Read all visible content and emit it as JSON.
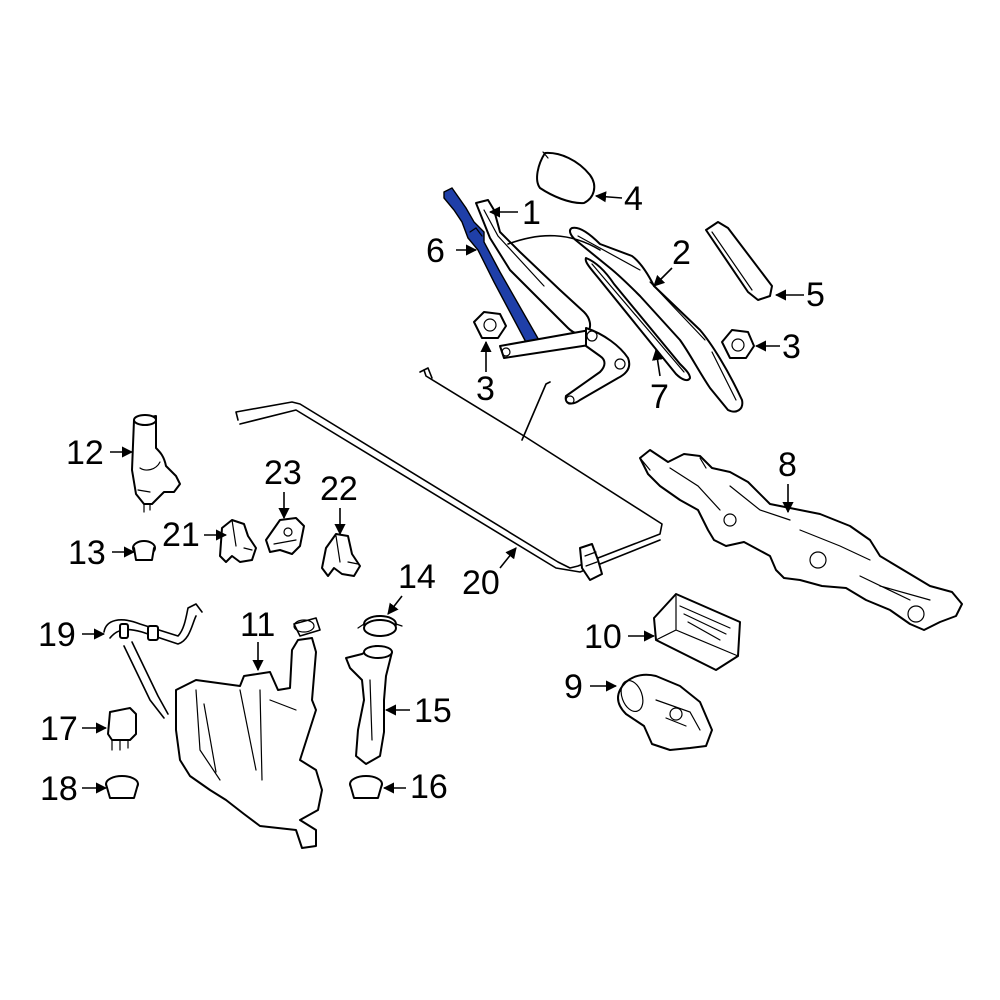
{
  "colors": {
    "line": "#000000",
    "background": "#ffffff",
    "highlight": "#1f3fa8"
  },
  "highlighted_part": "6",
  "callouts": {
    "c1": "1",
    "c2": "2",
    "c3a": "3",
    "c3b": "3",
    "c4": "4",
    "c5": "5",
    "c6": "6",
    "c7": "7",
    "c8": "8",
    "c9": "9",
    "c10": "10",
    "c11": "11",
    "c12": "12",
    "c13": "13",
    "c14": "14",
    "c15": "15",
    "c16": "16",
    "c17": "17",
    "c18": "18",
    "c19": "19",
    "c20": "20",
    "c21": "21",
    "c22": "22",
    "c23": "23"
  }
}
